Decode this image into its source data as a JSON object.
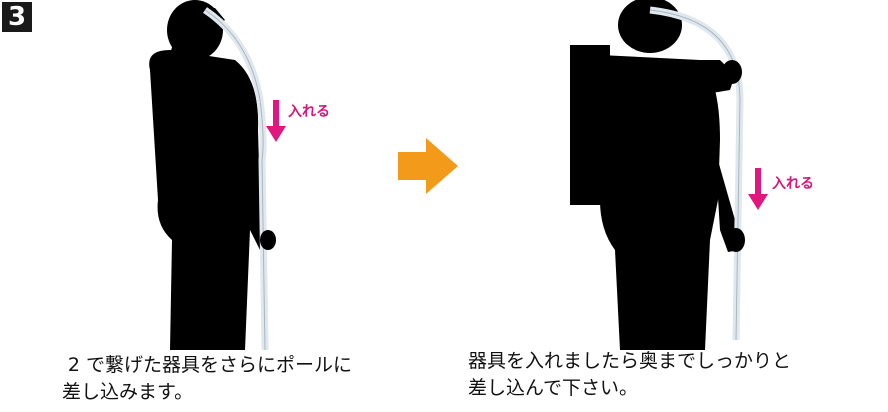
{
  "step": {
    "number": "3"
  },
  "left": {
    "insert_label": "入れる",
    "caption_line1": "2 で繋げた器具をさらにポールに",
    "caption_line2": "差し込みます。"
  },
  "right": {
    "insert_label": "入れる",
    "caption_line1": "器具を入れましたら奥までしっかりと",
    "caption_line2": "差し込んで下さい。"
  },
  "colors": {
    "accent_pink": "#e0177f",
    "arrow_orange": "#f39a1a",
    "silhouette": "#000000"
  }
}
